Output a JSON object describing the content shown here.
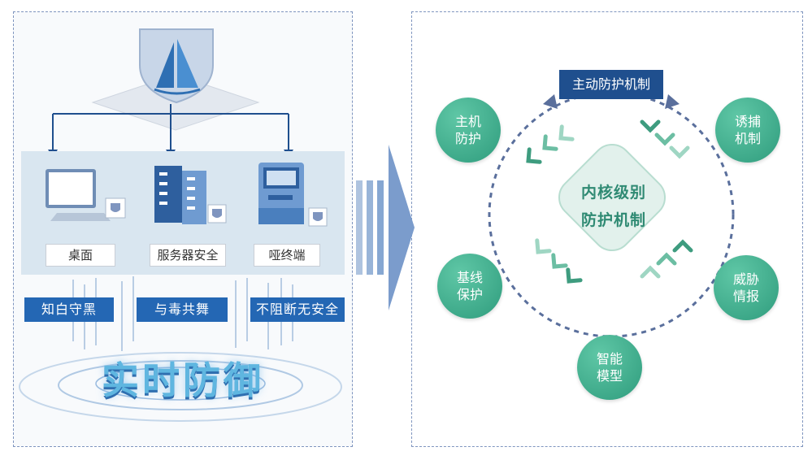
{
  "left": {
    "targets": [
      "桌面",
      "服务器安全",
      "哑终端"
    ],
    "principles": [
      "知白守黑",
      "与毒共舞",
      "不阻断无安全"
    ],
    "headline": "实时防御"
  },
  "right": {
    "title": "主动防护机制",
    "core_line1": "内核级别",
    "core_line2": "防护机制",
    "nodes": [
      {
        "line1": "主机",
        "line2": "防护"
      },
      {
        "line1": "诱捕",
        "line2": "机制"
      },
      {
        "line1": "基线",
        "line2": "保护"
      },
      {
        "line1": "威胁",
        "line2": "情报"
      },
      {
        "line1": "智能",
        "line2": "模型"
      }
    ]
  },
  "colors": {
    "accent_blue": "#2467b4",
    "dark_blue": "#1f4f8e",
    "green": "#2f9c7d",
    "panel_border": "#7f95bf"
  },
  "icons": [
    "shield-sailboat-icon",
    "desktop-computer-icon",
    "server-rack-icon",
    "terminal-kiosk-icon",
    "big-arrow-right-icon"
  ]
}
